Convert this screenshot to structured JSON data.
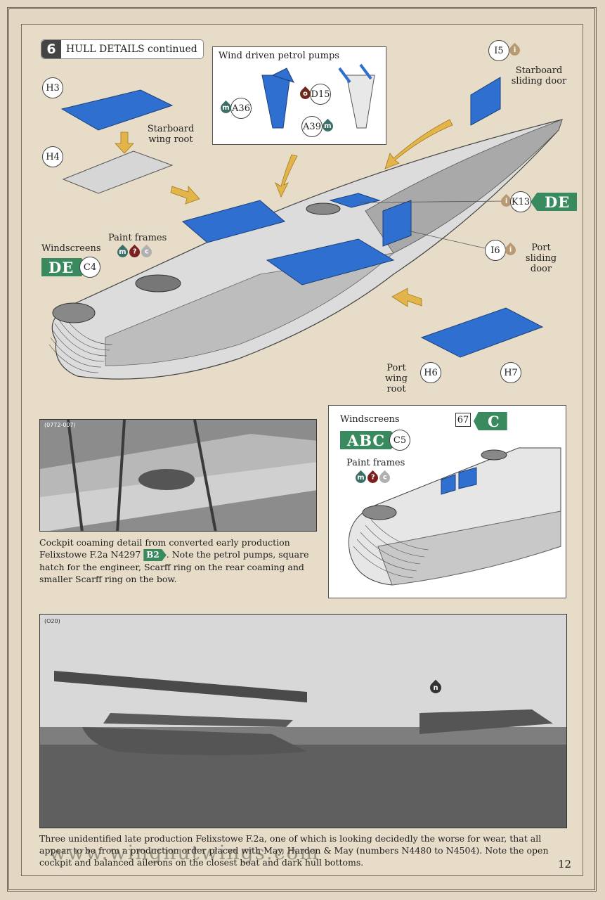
{
  "step": {
    "number": "6",
    "title": "HULL DETAILS continued"
  },
  "main_diagram": {
    "pumps_box_title": "Wind driven petrol pumps",
    "parts": {
      "H3": "H3",
      "H4": "H4",
      "H6": "H6",
      "H7": "H7",
      "I5": "I5",
      "I6": "I6",
      "K13": "K13",
      "C4": "C4",
      "A36": "A36",
      "A39": "A39",
      "D15": "D15"
    },
    "labels": {
      "starboard_wing_root": "Starboard wing root",
      "starboard_sliding_door": "Starboard sliding door",
      "port_sliding_door": "Port sliding door",
      "port_wing_root": "Port wing root",
      "windscreens": "Windscreens",
      "paint_frames": "Paint frames"
    },
    "tags": {
      "de_right": "DE",
      "de_left": "DE"
    },
    "paint_codes": {
      "m": "m",
      "q": "?",
      "c": "c",
      "i": "i",
      "o": "o"
    }
  },
  "photo1": {
    "id": "(0772-007)",
    "caption_before": "Cockpit coaming detail from converted early production Felixstowe F.2a N4297",
    "badge": "B2",
    "caption_after": ". Note the petrol pumps, square hatch for the engineer, Scarff ring on the rear coaming and smaller Scarff ring on the bow."
  },
  "inset": {
    "windscreens": "Windscreens",
    "paint_frames": "Paint frames",
    "part_c5": "C5",
    "tag_abc": "ABC",
    "tag_c": "C",
    "ref_number": "67"
  },
  "photo2": {
    "id": "(O20)",
    "marker": "n",
    "caption": "Three unidentified late production Felixstowe F.2a, one of which is looking decidedly the worse for wear, that all appear to be from a production order placed with May, Harden & May (numbers N4480 to N4504). Note the open cockpit and balanced ailerons on the closest boat and dark hull bottoms."
  },
  "watermark": "www.wingnutwings.com",
  "page_number": "12",
  "colors": {
    "tag_green": "#3a8a5f",
    "part_blue": "#2f6fd0",
    "arrow_gold": "#e2b44a"
  }
}
